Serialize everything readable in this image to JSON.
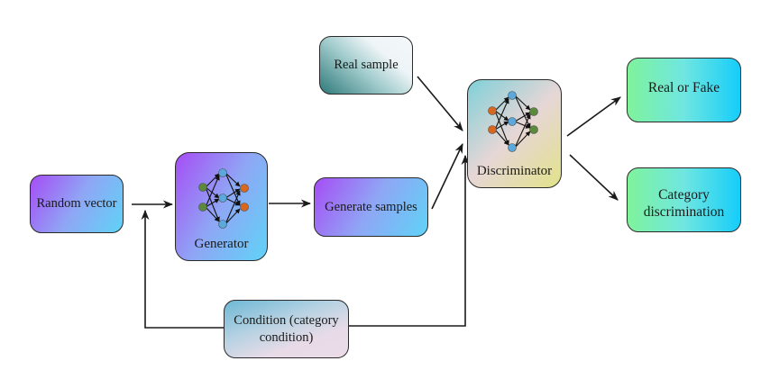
{
  "diagram": {
    "type": "Conditional GAN architecture flow",
    "nodes": {
      "random_vector": {
        "label": "Random vector"
      },
      "generator": {
        "label": "Generator",
        "network_icon": {
          "input_color": "#5b8a3c",
          "hidden_color": "#5aa8dc",
          "output_color": "#d8681f"
        }
      },
      "generate_samples": {
        "label": "Generate samples"
      },
      "real_sample": {
        "label": "Real sample"
      },
      "discriminator": {
        "label": "Discriminator",
        "network_icon": {
          "input_color": "#d8681f",
          "hidden_color": "#5aa8dc",
          "output_color": "#5b8a3c"
        }
      },
      "real_or_fake": {
        "label": "Real or Fake"
      },
      "category_discrimination": {
        "label_line1": "Category",
        "label_line2": "discrimination"
      },
      "condition": {
        "label_line1": "Condition (category",
        "label_line2": "condition)"
      }
    },
    "edges": [
      {
        "from": "Random vector",
        "to": "Generator"
      },
      {
        "from": "Generator",
        "to": "Generate samples"
      },
      {
        "from": "Generate samples",
        "to": "Discriminator"
      },
      {
        "from": "Real sample",
        "to": "Discriminator"
      },
      {
        "from": "Condition (category condition)",
        "to": "Generator"
      },
      {
        "from": "Condition (category condition)",
        "to": "Discriminator"
      },
      {
        "from": "Discriminator",
        "to": "Real or Fake"
      },
      {
        "from": "Discriminator",
        "to": "Category discrimination"
      }
    ],
    "colors": {
      "line": "#1a1a1a",
      "border": "#2a2a2a"
    }
  }
}
